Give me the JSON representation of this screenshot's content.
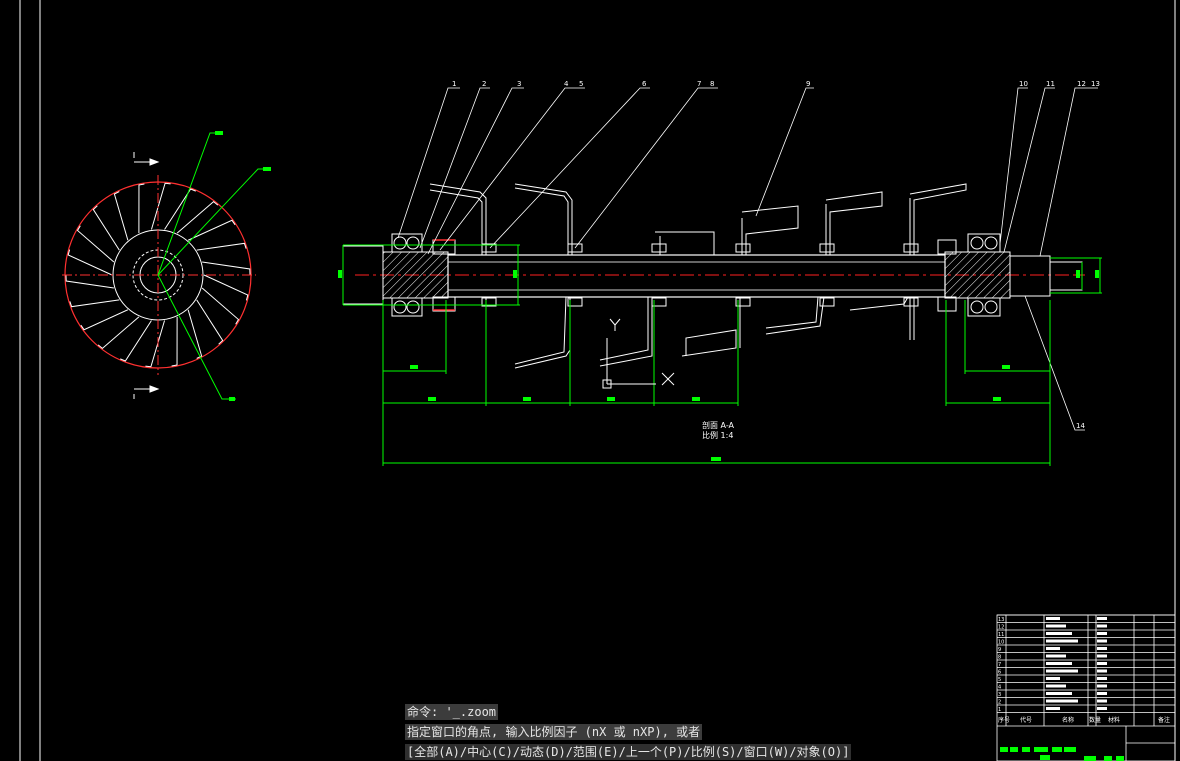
{
  "app": {
    "drawing": {
      "section_label": "剖面 A-A",
      "scale_label": "比例 1:4",
      "ucs_y": "Y",
      "ucs_x": "X"
    },
    "callouts": [
      "1",
      "2",
      "3",
      "4",
      "5",
      "6",
      "7",
      "8",
      "9",
      "10",
      "11",
      "12",
      "13",
      "14"
    ],
    "title_block": {
      "rows": [
        "13",
        "12",
        "11",
        "10",
        "9",
        "8",
        "7",
        "6",
        "5",
        "4",
        "3",
        "2",
        "1"
      ],
      "header": [
        "序号",
        "代号",
        "名称",
        "数量",
        "材料",
        "备注"
      ]
    },
    "colors": {
      "background": "#000000",
      "geometry": "#ffffff",
      "dimension": "#00ff00",
      "center_line": "#ff0000",
      "hatch": "#ffffff",
      "command_bg": "#3c3c3c",
      "command_text": "#e6e6e6"
    },
    "command": {
      "history_1": "命令: '_.zoom",
      "history_2": "指定窗口的角点, 输入比例因子 (nX 或 nXP), 或者",
      "prompt": "[全部(A)/中心(C)/动态(D)/范围(E)/上一个(P)/比例(S)/窗口(W)/对象(O)]"
    }
  }
}
